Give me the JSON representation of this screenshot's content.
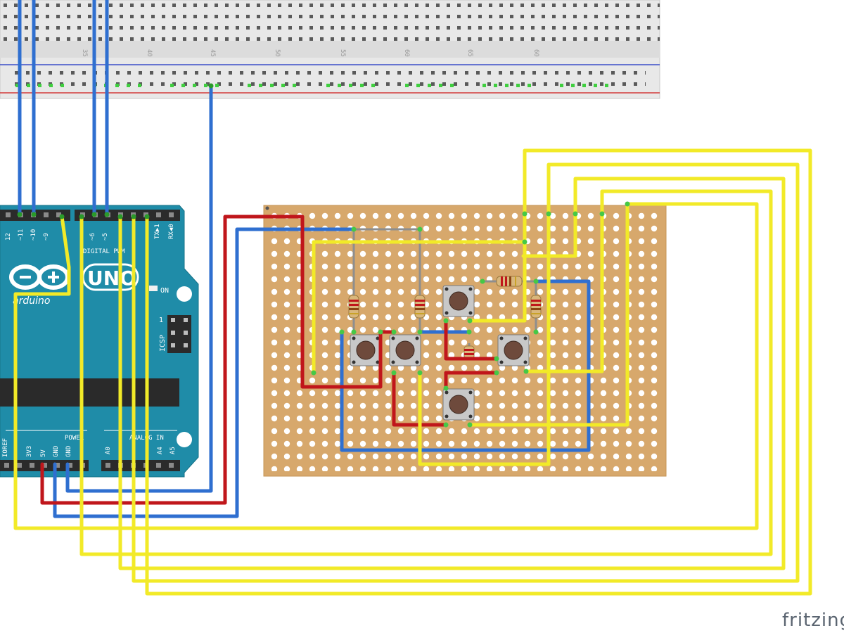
{
  "colors": {
    "wire_blue": "#2f6fd0",
    "wire_red": "#c0161b",
    "wire_yellow": "#f2ea28",
    "wire_grey": "#8e8e8e",
    "board_teal": "#1f8ca8",
    "stripboard": "#d9a86a",
    "breadboard": "#e6e6e6",
    "rail_blue": "#3b4ec8",
    "rail_red": "#d23b3b",
    "hole_green": "#3fcf3f"
  },
  "breadboard": {
    "column_numbers": [
      "35",
      "40",
      "45",
      "50",
      "55",
      "60",
      "65",
      "60"
    ]
  },
  "arduino": {
    "top_pins": [
      "12",
      "~11",
      "~10",
      "~9",
      "~6",
      "~5"
    ],
    "logo_text": "UNO",
    "brand_text": "arduino",
    "digital_label": "DIGITAL PWM",
    "tx_label": "TX▶1",
    "rx_label": "RX◀0",
    "on_label": "ON",
    "icsp_label": "ICSP",
    "icsp_one": "1",
    "bottom_pins": [
      "IOREF",
      "3V3",
      "5V",
      "GND",
      "GND"
    ],
    "power_label": "POWER",
    "analog_label": "ANALOG IN",
    "analog_pins": [
      "A0",
      "A4",
      "A5"
    ]
  },
  "watermark": "fritzing",
  "components": {
    "buttons": 5,
    "resistors": 5
  }
}
